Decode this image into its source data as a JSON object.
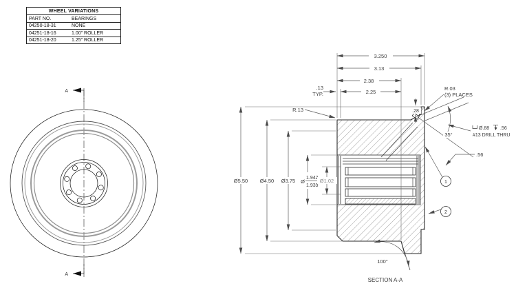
{
  "table": {
    "title": "WHEEL VARIATIONS",
    "headers": [
      "PART NO.",
      "BEARINGS"
    ],
    "rows": [
      {
        "part": "04250-18-31",
        "bearing": "NONE"
      },
      {
        "part": "04251-18-16",
        "bearing": "1.00\" ROLLER"
      },
      {
        "part": "04251-18-20",
        "bearing": "1.25\" ROLLER"
      }
    ]
  },
  "front_view": {
    "section_arrow_label": "A"
  },
  "section_view": {
    "label": "SECTION A-A",
    "width_dims": {
      "overall": "3.250",
      "to_step": "3.13",
      "to_cut": "2.38",
      "tread": "2.25"
    },
    "typ_dim": {
      "value": ".13",
      "suffix": "TYP."
    },
    "radius_dims": {
      "r13": "R.13",
      "r03": "R.03",
      "r03_note": "(3) PLACES"
    },
    "dia_dims": {
      "d550": "Ø5.50",
      "d450": "Ø4.50",
      "d375": "Ø3.75",
      "tol_sym": "Ø",
      "tol_upper": "1.942",
      "tol_lower": "1.939",
      "d102": "Ø1.02"
    },
    "misc_dims": {
      "d28": ".28",
      "a35": "35°",
      "d56": ".56",
      "a100": "100°"
    },
    "cbore_note": {
      "dia": "Ø.88",
      "depth": ".56",
      "drill": "#13 DRILL THRU"
    },
    "balloons": {
      "b1": "1",
      "b2": "2"
    }
  },
  "colors": {
    "line": "#2a2a2a",
    "dim": "#5a5a5a",
    "light_dim": "#8a8a8a",
    "hatch": "#555555"
  }
}
